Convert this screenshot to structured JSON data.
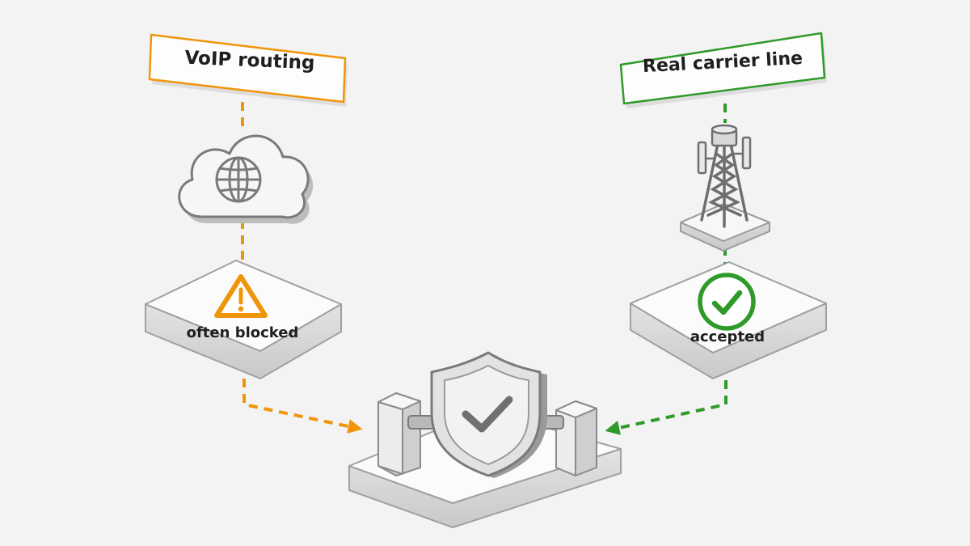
{
  "colors": {
    "background": "#f3f3f3",
    "voip_accent": "#f0950a",
    "carrier_accent": "#2f9a2a",
    "neutral_gray": "#8a8a8a",
    "surface": "#fbfbfb"
  },
  "voip": {
    "label": "VoIP routing",
    "icon": "cloud-globe-icon",
    "status_icon": "warning-icon",
    "status": "often blocked"
  },
  "carrier": {
    "label": "Real carrier line",
    "icon": "cell-tower-icon",
    "status_icon": "check-circle-icon",
    "status": "accepted"
  },
  "destination": {
    "icon": "shield-check-icon"
  }
}
